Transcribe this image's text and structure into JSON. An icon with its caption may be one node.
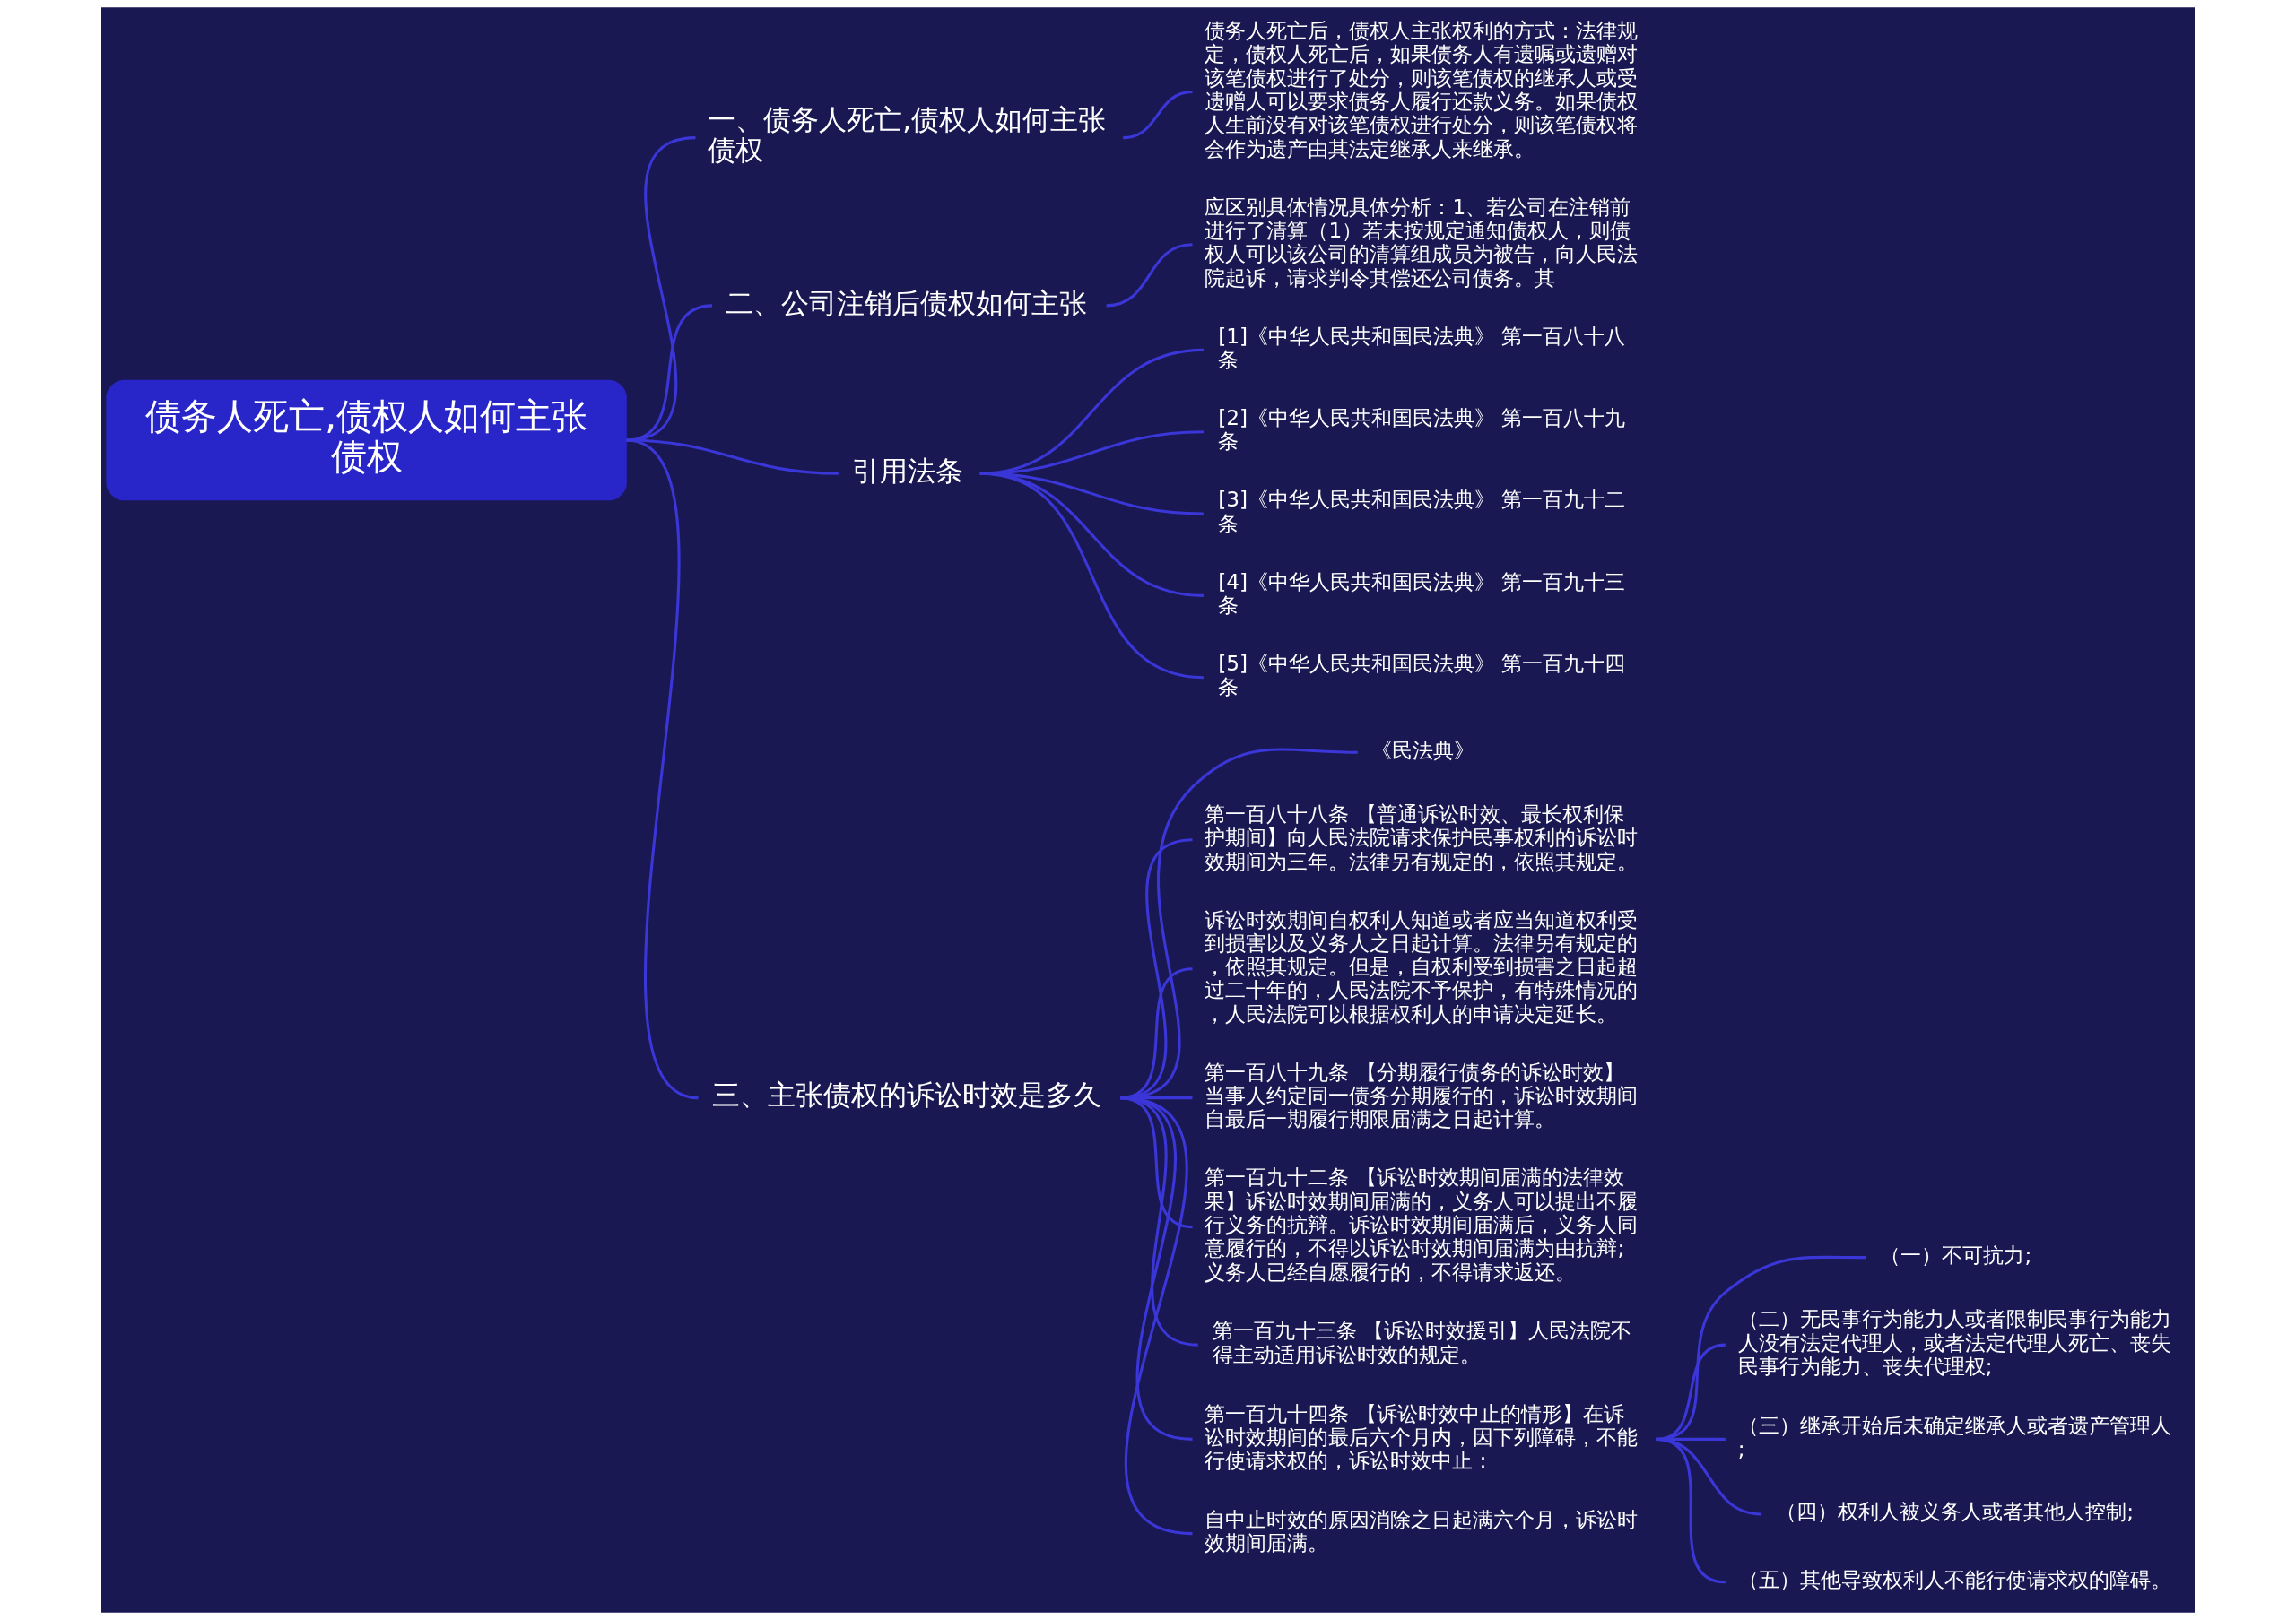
{
  "diagram": {
    "nodes": [
      {
        "text": [
          "债务人死亡,债权人如何主张债权"
        ]
      },
      {
        "text": [
          "一、债务人死亡,债权人如何主张债权"
        ]
      },
      {
        "text": [
          "债务人死亡后，债权人主张权利的方式：法律规定，债权人死亡后，如果债务人有遗嘱或遗赠对该笔债权进行了处分，则该笔债权的继承人或受遗赠人可以要求债务人履行还款义务。如果债权人生前没有对该笔债权进行处分，则该笔债权将会作为遗产由其法定继承人来继承。"
        ]
      },
      {
        "text": [
          "二、公司注销后债权如何主张"
        ]
      },
      {
        "text": [
          "应区别具体情况具体分析：1、若公司在注销前进行了清算（1）若未按规定通知债权人，则债权人可以该公司的清算组成员为被告，向人民法院起诉，请求判令其偿还公司债务。其"
        ]
      },
      {
        "text": [
          "引用法条"
        ]
      },
      {
        "text": [
          "[1]《中华人民共和国民法典》 第一百八十八条"
        ]
      },
      {
        "text": [
          "[2]《中华人民共和国民法典》 第一百八十九条"
        ]
      },
      {
        "text": [
          "[3]《中华人民共和国民法典》 第一百九十二条"
        ]
      },
      {
        "text": [
          "[4]《中华人民共和国民法典》 第一百九十三条"
        ]
      },
      {
        "text": [
          "[5]《中华人民共和国民法典》 第一百九十四条"
        ]
      },
      {
        "text": [
          "三、主张债权的诉讼时效是多久"
        ]
      },
      {
        "text": [
          "《民法典》"
        ]
      },
      {
        "text": [
          "第一百八十八条 【普通诉讼时效、最长权利保护期间】向人民法院请求保护民事权利的诉讼时效期间为三年。法律另有规定的，依照其规定。"
        ]
      },
      {
        "text": [
          "诉讼时效期间自权利人知道或者应当知道权利受到损害以及义务人之日起计算。法律另有规定的，依照其规定。但是，自权利受到损害之日起超过二十年的，人民法院不予保护，有特殊情况的，人民法院可以根据权利人的申请决定延长。"
        ]
      },
      {
        "text": [
          "第一百八十九条 【分期履行债务的诉讼时效】当事人约定同一债务分期履行的，诉讼时效期间自最后一期履行期限届满之日起计算。"
        ]
      },
      {
        "text": [
          "第一百九十二条 【诉讼时效期间届满的法律效果】诉讼时效期间届满的，义务人可以提出不履行义务的抗辩。诉讼时效期间届满后，义务人同意履行的，不得以诉讼时效期间届满为由抗辩;义务人已经自愿履行的，不得请求返还。"
        ]
      },
      {
        "text": [
          "第一百九十三条 【诉讼时效援引】人民法院不得主动适用诉讼时效的规定。"
        ]
      },
      {
        "text": [
          "第一百九十四条 【诉讼时效中止的情形】在诉讼时效期间的最后六个月内，因下列障碍，不能行使请求权的，诉讼时效中止："
        ]
      },
      {
        "text": [
          "（一）不可抗力;"
        ]
      },
      {
        "text": [
          "（二）无民事行为能力人或者限制民事行为能力人没有法定代理人，或者法定代理人死亡、丧失民事行为能力、丧失代理权;"
        ]
      },
      {
        "text": [
          "（三）继承开始后未确定继承人或者遗产管理人;"
        ]
      },
      {
        "text": [
          "（四）权利人被义务人或者其他人控制;"
        ]
      },
      {
        "text": [
          "（五）其他导致权利人不能行使请求权的障碍。"
        ]
      },
      {
        "text": [
          "自中止时效的原因消除之日起满六个月，诉讼时效期间届满。"
        ]
      }
    ],
    "edges": [
      {
        "from": 0,
        "to": 1,
        "arrow": "none"
      },
      {
        "from": 1,
        "to": 2,
        "arrow": "none"
      },
      {
        "from": 0,
        "to": 3,
        "arrow": "none"
      },
      {
        "from": 3,
        "to": 4,
        "arrow": "none"
      },
      {
        "from": 0,
        "to": 5,
        "arrow": "none"
      },
      {
        "from": 5,
        "to": 6,
        "arrow": "none"
      },
      {
        "from": 5,
        "to": 7,
        "arrow": "none"
      },
      {
        "from": 5,
        "to": 8,
        "arrow": "none"
      },
      {
        "from": 5,
        "to": 9,
        "arrow": "none"
      },
      {
        "from": 5,
        "to": 10,
        "arrow": "none"
      },
      {
        "from": 0,
        "to": 11,
        "arrow": "none"
      },
      {
        "from": 11,
        "to": 12,
        "arrow": "none"
      },
      {
        "from": 11,
        "to": 13,
        "arrow": "none"
      },
      {
        "from": 11,
        "to": 14,
        "arrow": "none"
      },
      {
        "from": 11,
        "to": 15,
        "arrow": "none"
      },
      {
        "from": 11,
        "to": 16,
        "arrow": "none"
      },
      {
        "from": 11,
        "to": 17,
        "arrow": "none"
      },
      {
        "from": 11,
        "to": 18,
        "arrow": "none"
      },
      {
        "from": 18,
        "to": 19,
        "arrow": "none"
      },
      {
        "from": 18,
        "to": 20,
        "arrow": "none"
      },
      {
        "from": 18,
        "to": 21,
        "arrow": "none"
      },
      {
        "from": 18,
        "to": 22,
        "arrow": "none"
      },
      {
        "from": 18,
        "to": 23,
        "arrow": "none"
      },
      {
        "from": 11,
        "to": 24,
        "arrow": "none"
      }
    ]
  }
}
